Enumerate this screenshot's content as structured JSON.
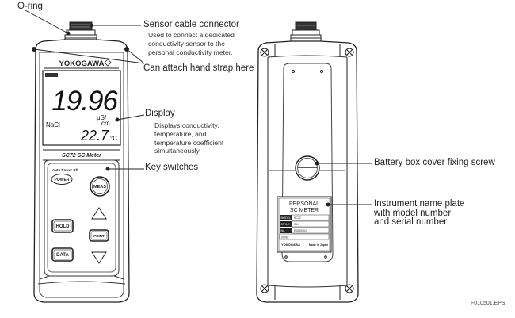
{
  "figure_id": "F010501.EPS",
  "front_view": {
    "brand": "YOKOGAWA",
    "lcd": {
      "main_value": "19.96",
      "unit_top": "μS/",
      "unit_bottom": "cm",
      "solution": "NaCl",
      "temperature": "22.7",
      "temp_unit": "°C",
      "battery_indicator": "▮▮▮▮"
    },
    "model_strip": "SC72 SC Meter",
    "auto_power_off": "Auto Power Off",
    "keys": {
      "power": "POWER",
      "meas": "MEAS",
      "hold": "HOLD",
      "print": "PRINT",
      "data": "DATA",
      "up": "▲",
      "down": "▼"
    }
  },
  "rear_view": {
    "nameplate": {
      "title_line1": "PERSONAL",
      "title_line2": "SC METER",
      "rows": [
        {
          "key": "MODEL",
          "value": "SC72"
        },
        {
          "key": "STYLE",
          "value": "S1.0"
        },
        {
          "key": "No.",
          "value": "E0000001"
        }
      ],
      "year": "2006",
      "brand": "YOKOGAWA",
      "made_in": "Made in Japan"
    }
  },
  "callouts": {
    "o_ring": "O-ring",
    "sensor_connector": {
      "title": "Sensor cable connector",
      "desc": [
        "Used to connect a dedicated",
        "conductivity sensor to the",
        "personal conductivity meter."
      ]
    },
    "hand_strap": "Can attach hand strap here",
    "display": {
      "title": "Display",
      "desc": [
        "Displays conductivity,",
        "temperature, and",
        "temperature coefficient",
        "simultaneously."
      ]
    },
    "key_switches": "Key switches",
    "battery_screw": "Battery box cover fixing screw",
    "name_plate": [
      "Instrument name plate",
      "with model number",
      "and serial number"
    ]
  }
}
